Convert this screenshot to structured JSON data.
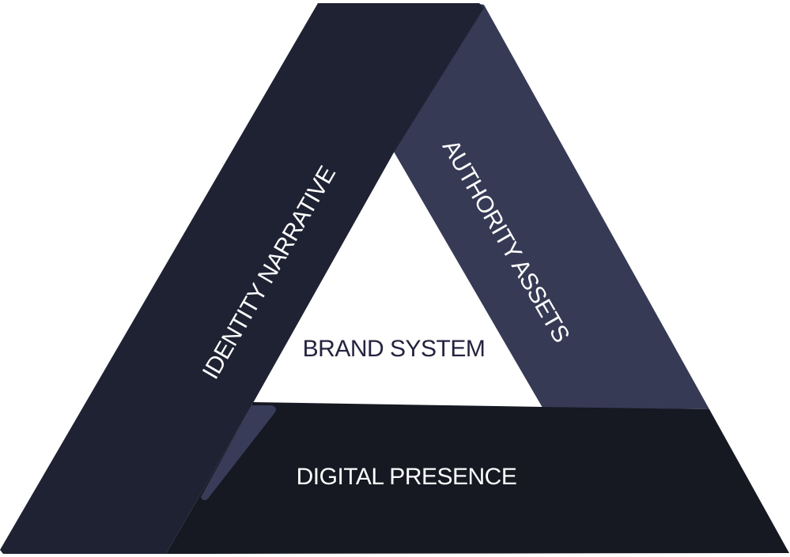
{
  "diagram": {
    "sides": [
      {
        "id": "left",
        "label": "IDENTITY NARRATIVE",
        "color": "#1f2233"
      },
      {
        "id": "right",
        "label": "AUTHORITY ASSETS",
        "color": "#363a55"
      },
      {
        "id": "bottom",
        "label": "DIGITAL PRESENCE",
        "color": "#161822"
      }
    ],
    "center": {
      "label": "BRAND SYSTEM",
      "color": "#24233f"
    },
    "text_color": "#ffffff",
    "accent_sliver_color": "#383c58"
  }
}
